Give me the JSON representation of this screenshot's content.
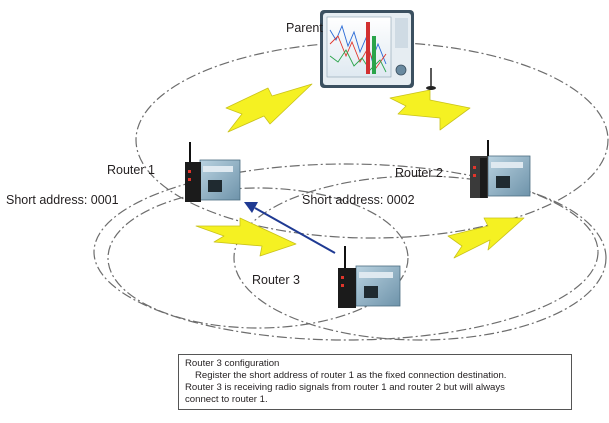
{
  "labels": {
    "parent": "Parent",
    "router1": "Router 1",
    "router2": "Router 2",
    "router3": "Router 3",
    "short_addr_1": "Short address: 0001",
    "short_addr_2": "Short address: 0002"
  },
  "note": {
    "title": "Router 3 configuration",
    "line1": "Register the short address of router 1 as the fixed connection destination.",
    "line2": "Router 3 is receiving radio signals from router 1 and router 2 but will always",
    "line3": "connect to router 1."
  },
  "colors": {
    "ring": "#6d6d6d",
    "lightning": "#f5f122",
    "lightning_edge": "#c9c21a",
    "arrow": "#1f3a93",
    "device_body": "#8fb4c9",
    "recorder_frame": "#3b5060"
  },
  "icons": [
    "wireless-lightning-icon",
    "recorder-device-icon",
    "router-device-icon",
    "antenna-icon"
  ]
}
